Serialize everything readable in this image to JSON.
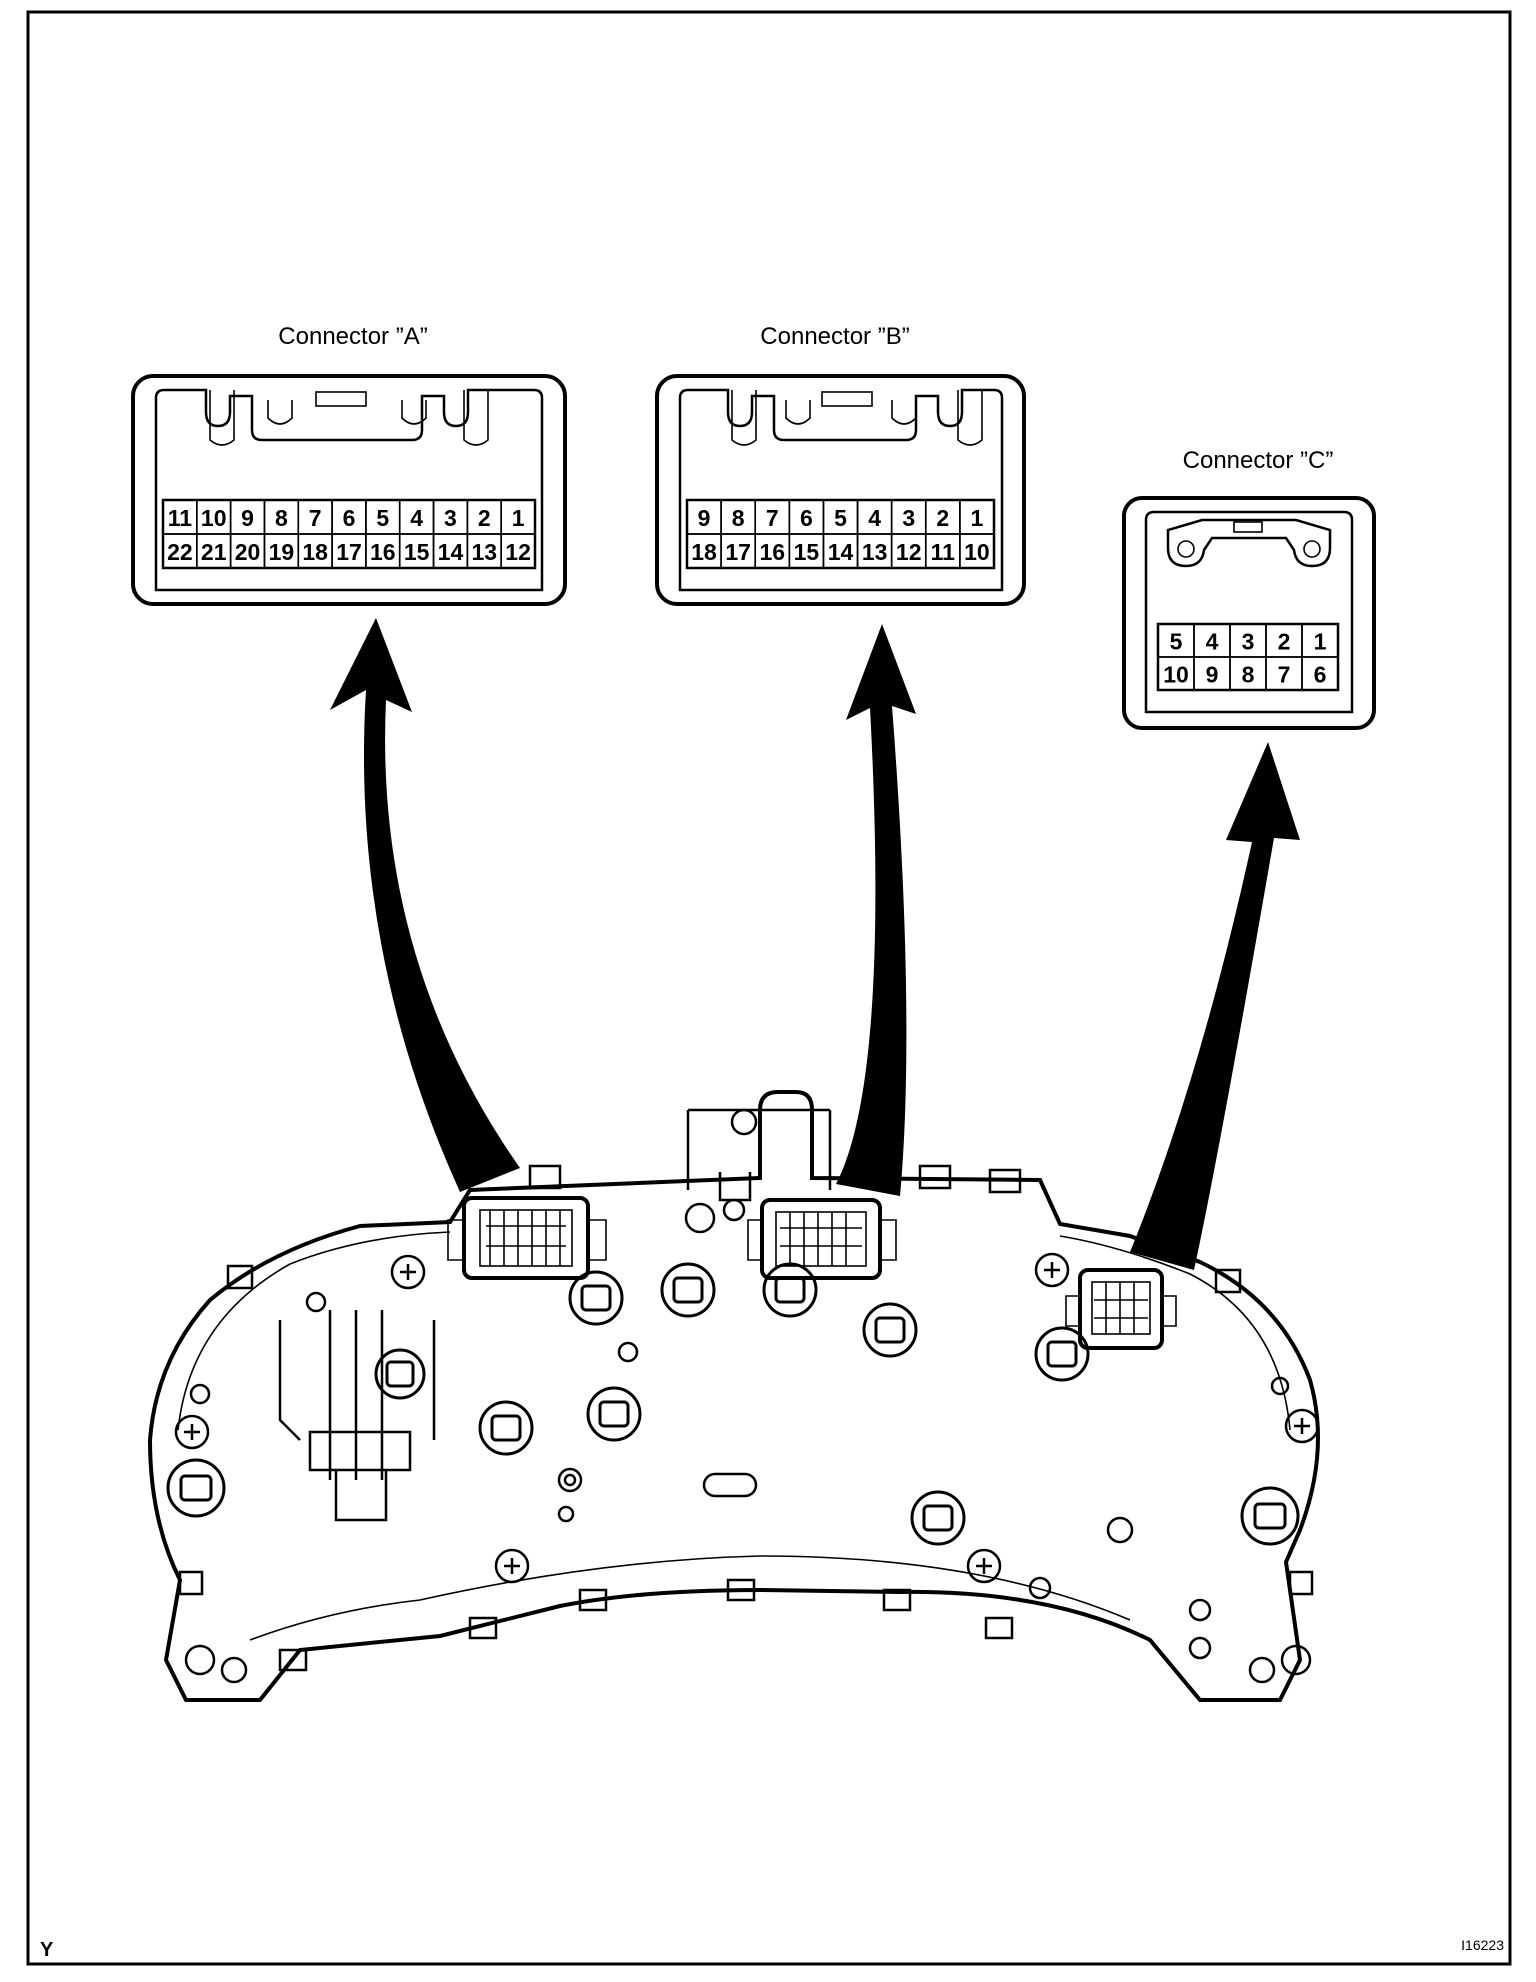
{
  "figure": {
    "corner_label": "Y",
    "figure_code": "I16223"
  },
  "connectors": [
    {
      "id": "A",
      "title": "Connector ”A”",
      "top_row": [
        "11",
        "10",
        "9",
        "8",
        "7",
        "6",
        "5",
        "4",
        "3",
        "2",
        "1"
      ],
      "bottom_row": [
        "22",
        "21",
        "20",
        "19",
        "18",
        "17",
        "16",
        "15",
        "14",
        "13",
        "12"
      ]
    },
    {
      "id": "B",
      "title": "Connector ”B”",
      "top_row": [
        "9",
        "8",
        "7",
        "6",
        "5",
        "4",
        "3",
        "2",
        "1"
      ],
      "bottom_row": [
        "18",
        "17",
        "16",
        "15",
        "14",
        "13",
        "12",
        "11",
        "10"
      ]
    },
    {
      "id": "C",
      "title": "Connector ”C”",
      "top_row": [
        "5",
        "4",
        "3",
        "2",
        "1"
      ],
      "bottom_row": [
        "10",
        "9",
        "8",
        "7",
        "6"
      ]
    }
  ]
}
